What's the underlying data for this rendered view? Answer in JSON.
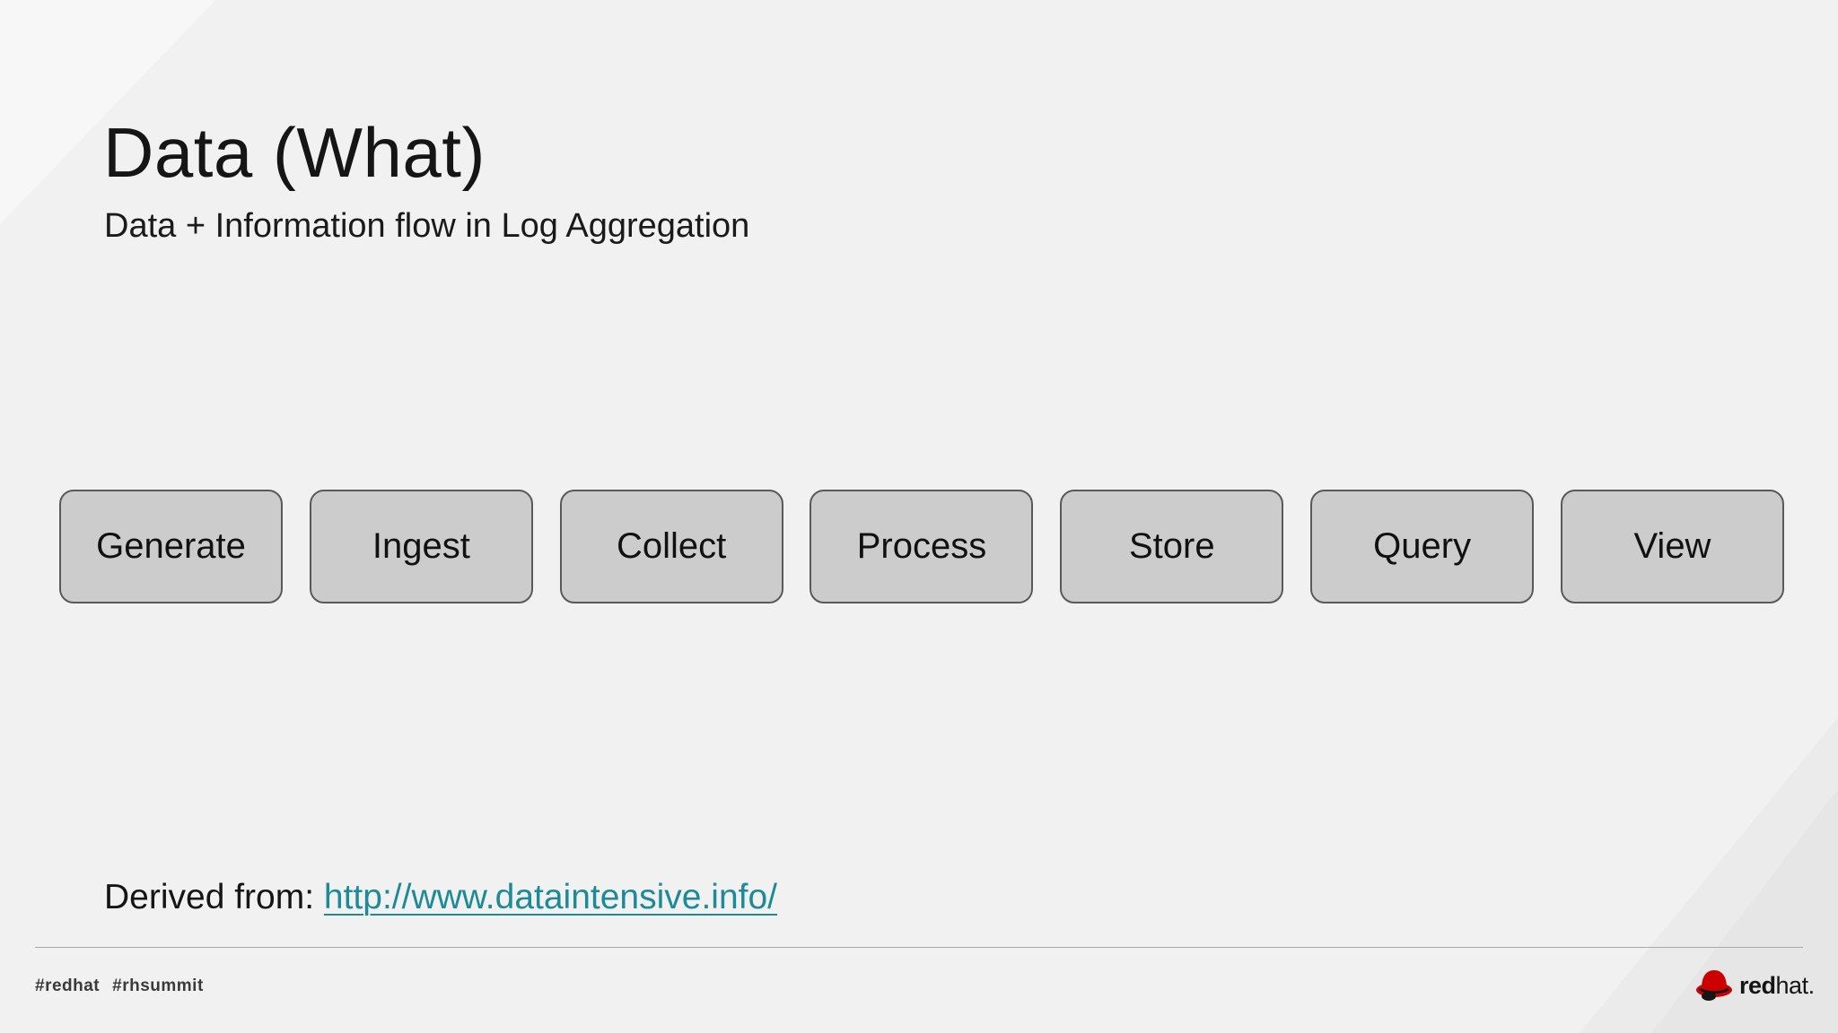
{
  "slide": {
    "title": "Data (What)",
    "subtitle": "Data + Information flow in Log Aggregation"
  },
  "flow_steps": [
    "Generate",
    "Ingest",
    "Collect",
    "Process",
    "Store",
    "Query",
    "View"
  ],
  "derived": {
    "label": "Derived from:",
    "link_text": "http://www.dataintensive.info/"
  },
  "footer": {
    "hashtags": [
      "#redhat",
      "#rhsummit"
    ],
    "logo": {
      "icon": "redhat-shadowman-icon",
      "word_bold": "red",
      "word_regular": "hat."
    }
  },
  "colors": {
    "background": "#f1f1f1",
    "box_fill": "#cccccc",
    "box_border": "#595959",
    "link": "#1d8a97",
    "logo_red": "#cc0000"
  }
}
